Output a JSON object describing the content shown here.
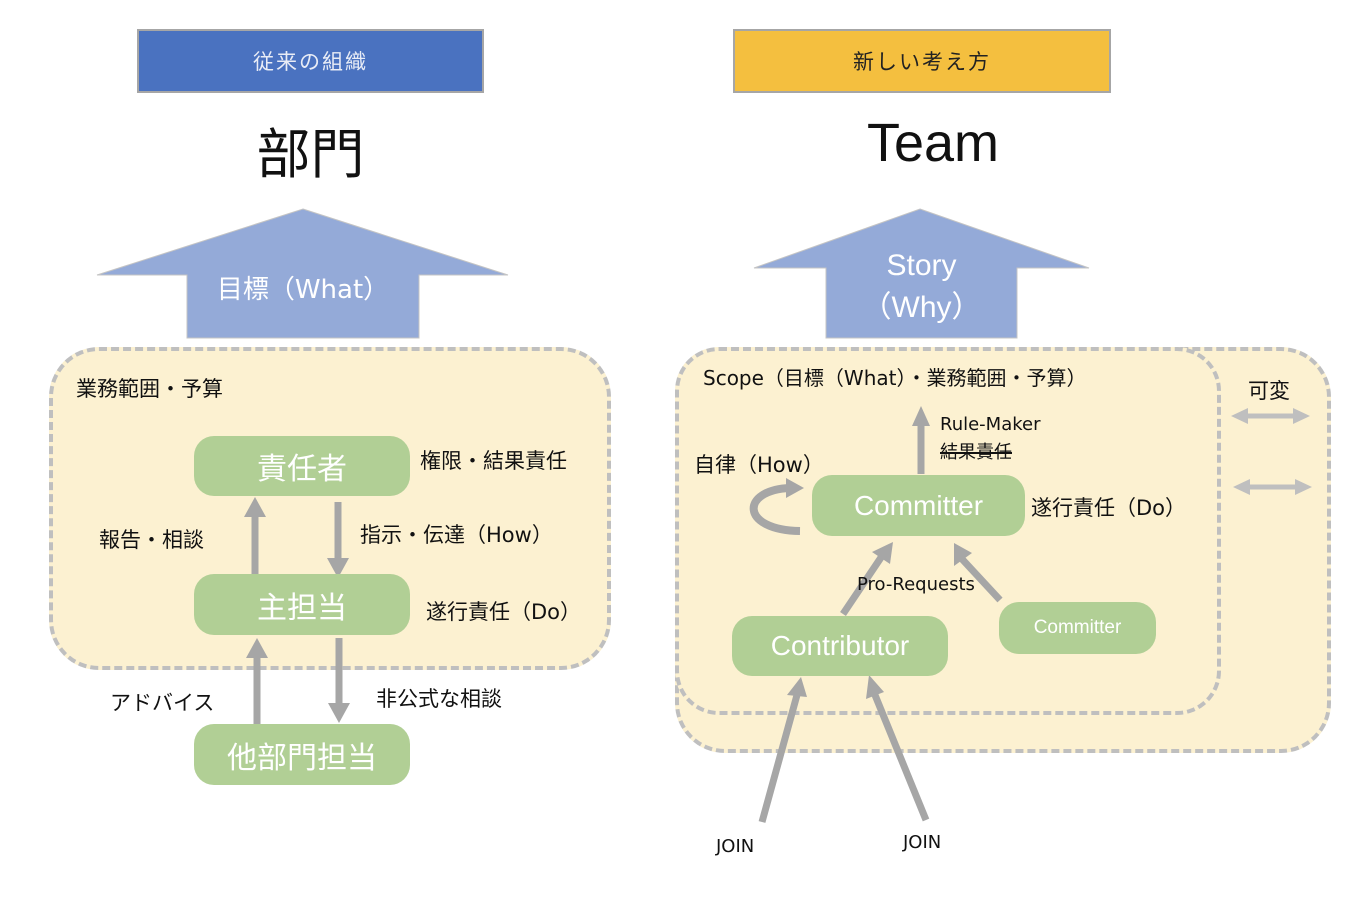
{
  "left": {
    "header": "従来の組織",
    "header_color": "#4a72c0",
    "title": "部門",
    "goal_arrow": "目標（What）",
    "scope_label": "業務範囲・予算",
    "nodes": {
      "manager": "責任者",
      "main_owner": "主担当",
      "other_dept": "他部門担当"
    },
    "labels": {
      "authority": "権限・結果責任",
      "report": "報告・相談",
      "instruct": "指示・伝達（How）",
      "execution": "遂行責任（Do）",
      "advice": "アドバイス",
      "informal": "非公式な相談"
    }
  },
  "right": {
    "header": "新しい考え方",
    "header_color": "#f4bf3f",
    "title": "Team",
    "story_arrow": [
      "Story",
      "（Why）"
    ],
    "scope_label": "Scope（目標（What）・業務範囲・予算）",
    "variable_label": "可変",
    "nodes": {
      "committer_main": "Committer",
      "contributor": "Contributor",
      "committer_secondary": "Committer"
    },
    "labels": {
      "rule_maker": "Rule-Maker",
      "result_resp_struck": "結果責任",
      "autonomy": "自律（How）",
      "execution": "遂行責任（Do）",
      "pro_requests": "Pro-Requests",
      "join_1": "JOIN",
      "join_2": "JOIN"
    }
  },
  "colors": {
    "arrow_fill": "#94aad8",
    "connector": "#a6a6a6",
    "scope_bg": "#fcf1d1",
    "node_bg": "#b1cf95"
  }
}
